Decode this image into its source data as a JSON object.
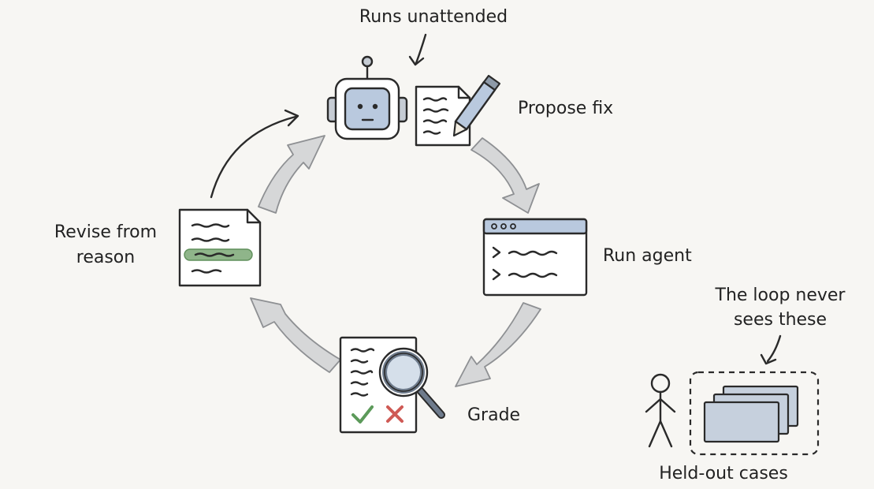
{
  "labels": {
    "runs_unattended": "Runs unattended",
    "propose_fix": "Propose fix",
    "run_agent": "Run agent",
    "grade": "Grade",
    "revise_line1": "Revise from",
    "revise_line2": "reason",
    "loop_never_line1": "The loop never",
    "loop_never_line2": "sees these",
    "held_out": "Held-out cases"
  },
  "colors": {
    "background": "#f7f6f3",
    "robot_face": "#b9c9de",
    "terminal_header": "#b9c9de",
    "highlight": "#8fb58a",
    "check": "#5c9a5a",
    "cross": "#cf5a55",
    "cycle_arrow": "#d6d7d8",
    "card": "#c6d0dd"
  },
  "icons": {
    "robot": "robot-icon",
    "document": "document-icon",
    "pen": "pen-icon",
    "terminal": "terminal-window-icon",
    "magnifier": "magnifier-icon",
    "person": "stick-figure-icon"
  }
}
